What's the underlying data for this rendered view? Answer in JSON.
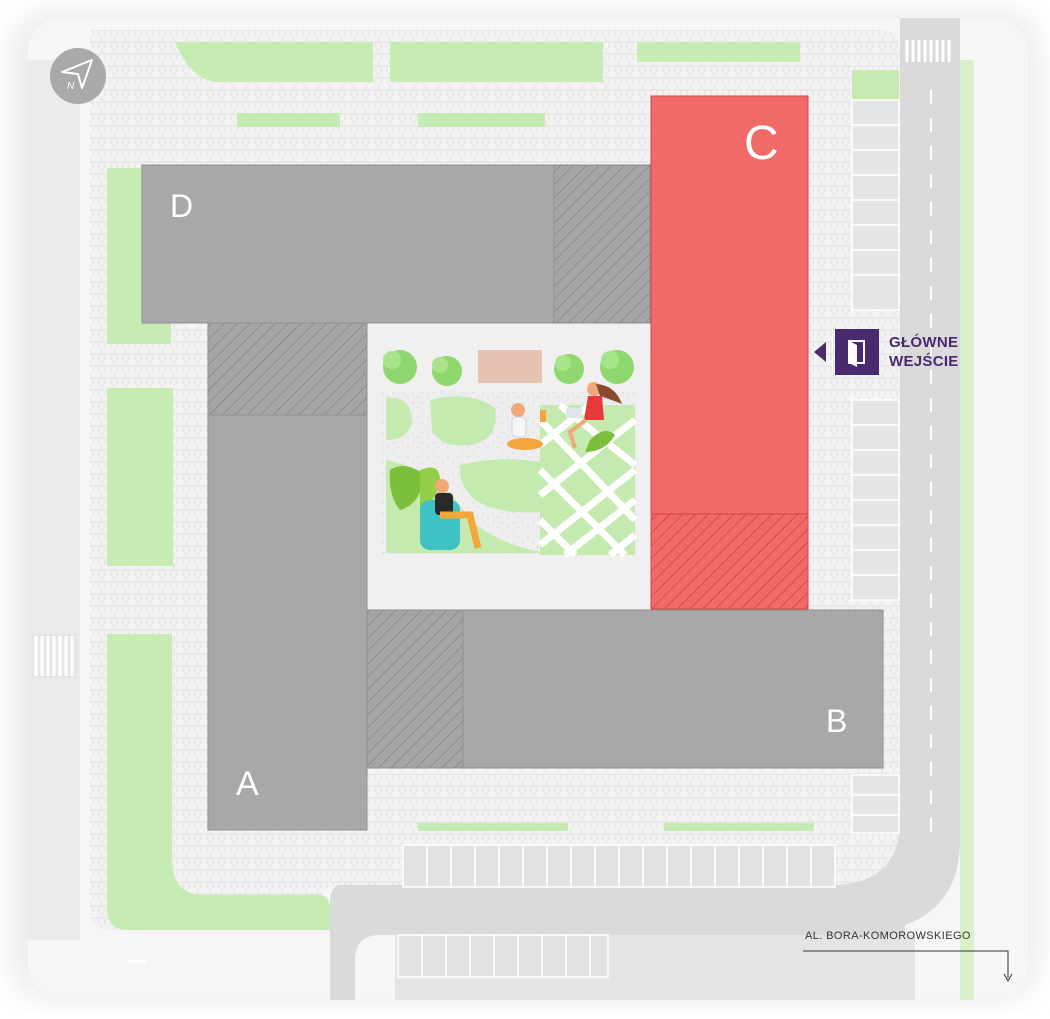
{
  "map": {
    "buildings": {
      "a": {
        "label": "A"
      },
      "b": {
        "label": "B"
      },
      "c": {
        "label": "C"
      },
      "d": {
        "label": "D"
      }
    },
    "entrance": {
      "line1": "GŁÓWNE",
      "line2": "WEJŚCIE"
    },
    "street": {
      "name": "AL. BORA-KOMOROWSKIEGO"
    },
    "compass": {
      "letter": "N"
    },
    "colors": {
      "highlight": "#f06a68",
      "highlight_stroke": "#d64545",
      "building": "#a8a9ab",
      "hatched": "#9c9d9f",
      "grass": "#c4eab0",
      "paving": "#f2f2f2",
      "road": "#dcdcdc",
      "entrance_accent": "#4a2a6e"
    },
    "icons": [
      "compass-icon",
      "door-icon",
      "entrance-arrow-icon",
      "street-arrow-icon"
    ]
  }
}
